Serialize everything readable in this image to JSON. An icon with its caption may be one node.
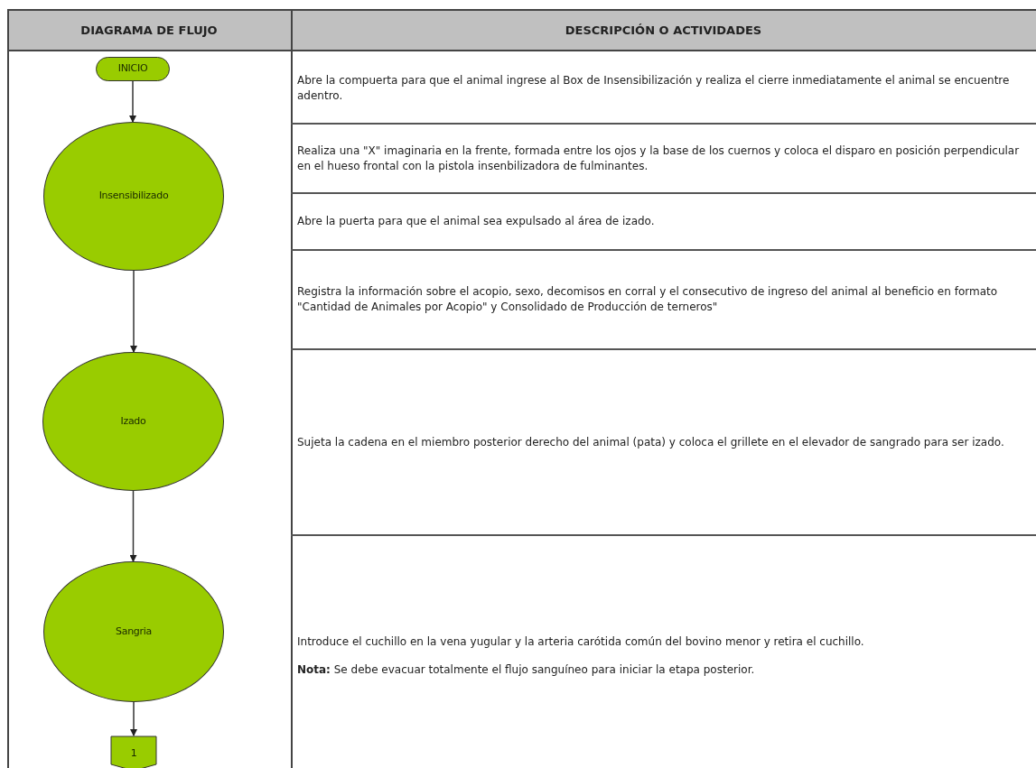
{
  "diagram": {
    "nodes": [
      {
        "text": [
          "INICIO"
        ]
      },
      {
        "text": [
          "Insensibilizado"
        ]
      },
      {
        "text": [
          "Izado"
        ]
      },
      {
        "text": [
          "Sangria"
        ]
      },
      {
        "text": [
          "1"
        ]
      }
    ],
    "edges": [
      {
        "from": 0,
        "to": 1,
        "arrow": "to"
      },
      {
        "from": 1,
        "to": 2,
        "arrow": "to"
      },
      {
        "from": 2,
        "to": 3,
        "arrow": "to"
      },
      {
        "from": 3,
        "to": 4,
        "arrow": "to"
      }
    ],
    "labels": [
      "DIAGRAMA DE FLUJO",
      "DESCRIPCIÓN O ACTIVIDADES",
      "Abre la compuerta para que el animal ingrese al Box de Insensibilización y realiza el cierre inmediatamente el animal se encuentre adentro.",
      "Realiza una \"X\" imaginaria en la frente, formada entre los ojos y la base  de los cuernos y coloca el disparo en posición perpendicular en el hueso frontal con la pistola insenbilizadora de fulminantes.",
      "Abre la puerta para que el animal sea expulsado al área de izado.",
      "Registra la información sobre el acopio, sexo, decomisos en corral y el consecutivo de ingreso del animal al beneficio en formato \"Cantidad de Animales por Acopio\" y Consolidado de Producción de terneros\"",
      "Sujeta la cadena en el miembro posterior derecho del animal (pata) y coloca el grillete en el elevador de sangrado para ser izado.",
      "Introduce el cuchillo en la vena yugular y la arteria carótida común del bovino menor y retira el cuchillo.",
      "**Nota:** Se debe evacuar totalmente el flujo sanguíneo para iniciar la etapa posterior."
    ]
  }
}
